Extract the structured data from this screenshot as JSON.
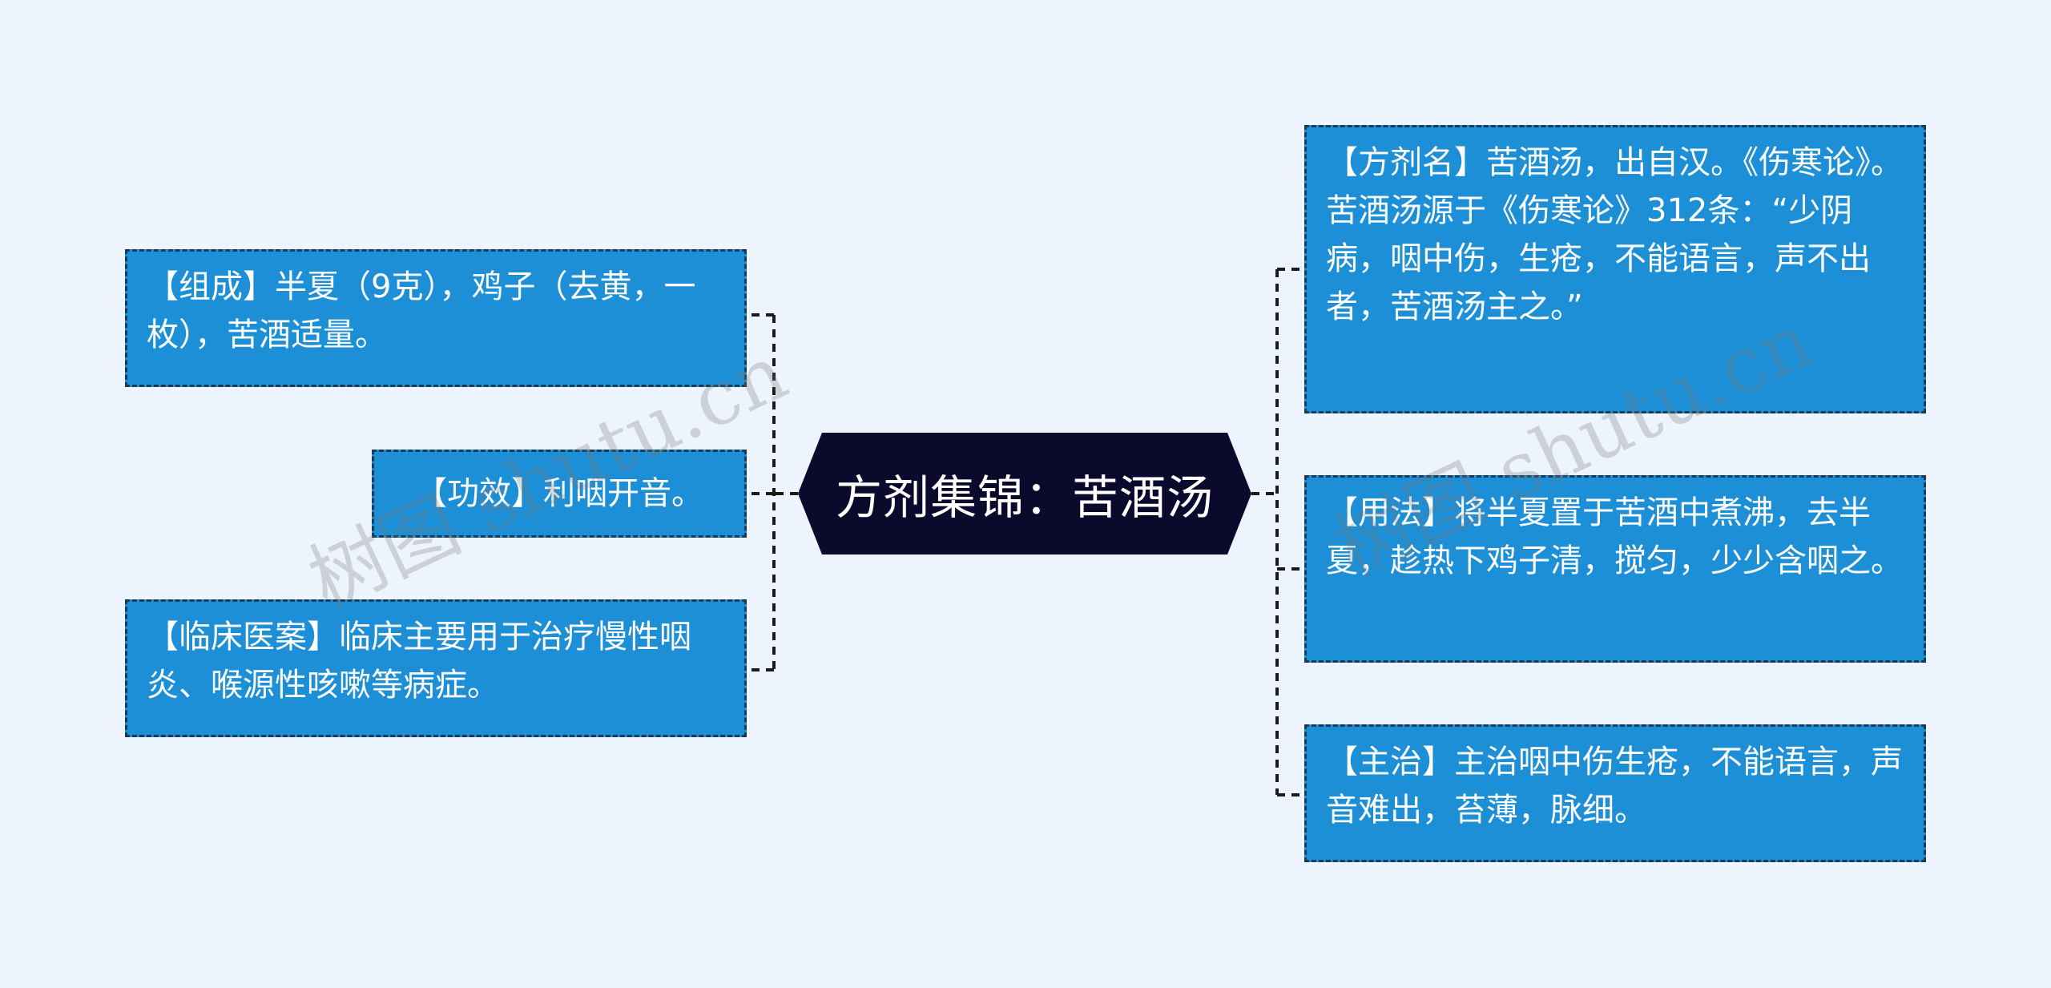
{
  "center": {
    "title": "方剂集锦：苦酒汤"
  },
  "left_nodes": [
    {
      "id": "composition",
      "text": "【组成】半夏（9克），鸡子（去黄，一枚），苦酒适量。"
    },
    {
      "id": "efficacy",
      "text": "【功效】利咽开音。"
    },
    {
      "id": "clinical",
      "text": "【临床医案】临床主要用于治疗慢性咽炎、喉源性咳嗽等病症。"
    }
  ],
  "right_nodes": [
    {
      "id": "formula-name",
      "text": "【方剂名】苦酒汤，出自汉。《伤寒论》。苦酒汤源于《伤寒论》312条：“少阴病，咽中伤，生疮，不能语言，声不出者，苦酒汤主之。”"
    },
    {
      "id": "usage",
      "text": "【用法】将半夏置于苦酒中煮沸，去半夏，趁热下鸡子清，搅匀，少少含咽之。"
    },
    {
      "id": "indication",
      "text": "【主治】主治咽中伤生疮，不能语言，声音难出，苔薄，脉细。"
    }
  ],
  "watermarks": [
    "树图 shutu.cn",
    "树图 shutu.cn"
  ],
  "colors": {
    "background": "#eef4fe",
    "node_fill": "#1d8fd6",
    "node_border": "#1a3a55",
    "center_fill": "#0c0a2c",
    "connector": "#1a1a1a"
  }
}
